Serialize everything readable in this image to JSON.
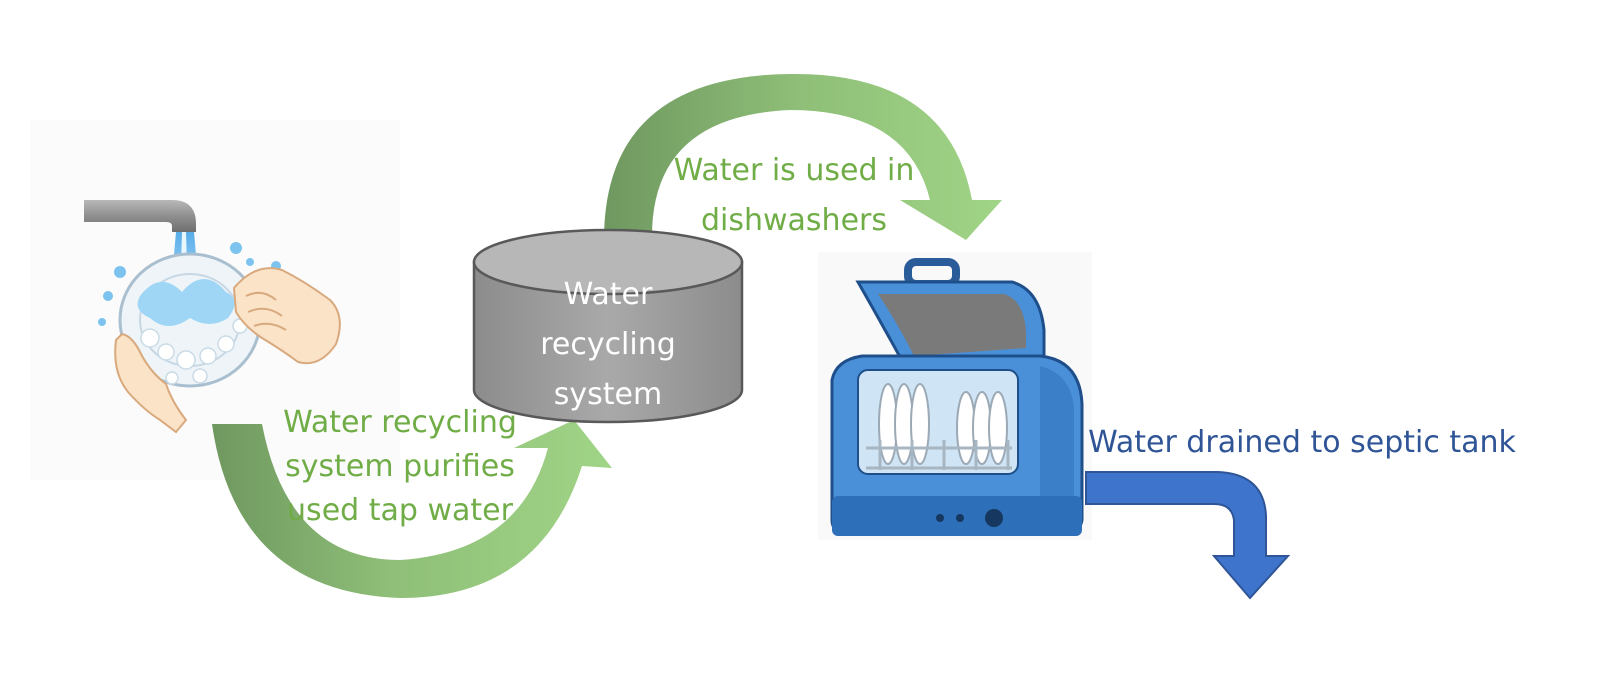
{
  "diagram": {
    "tank_label": [
      "Water",
      "recycling",
      "system"
    ],
    "recycle_label": [
      "Water recycling",
      "system purifies",
      "used tap water"
    ],
    "dishwasher_label": [
      "Water is used in",
      "dishwashers"
    ],
    "drain_label": "Water drained to septic tank"
  },
  "colors": {
    "green_text": "#70ad47",
    "green_arrow": "#92c47c",
    "tank_fill": "#a6a6a6",
    "drain_blue": "#2f5597",
    "dishwasher_blue": "#4a90d9"
  },
  "icons": [
    "hand-washing-icon",
    "faucet-icon",
    "water-tank-icon",
    "dishwasher-icon"
  ]
}
